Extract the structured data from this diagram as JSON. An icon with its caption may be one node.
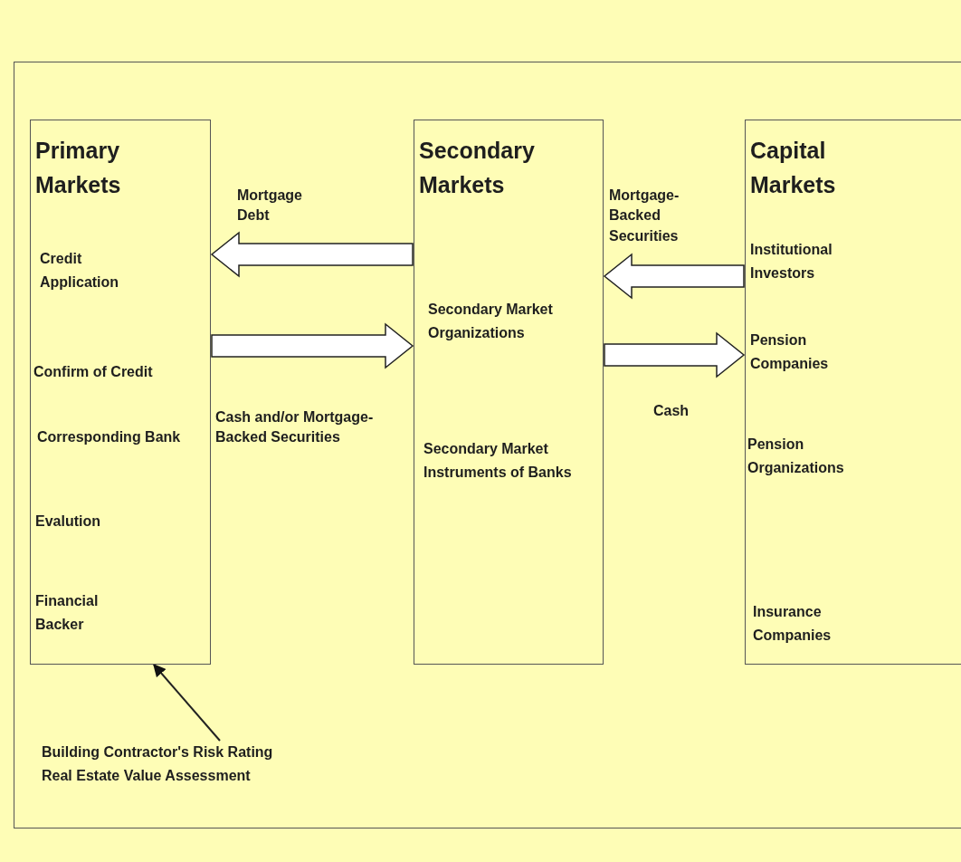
{
  "diagram": {
    "nodes": [
      {
        "text": [
          "Primary Markets",
          "Credit Application",
          "Confirm of Credit",
          "Corresponding Bank",
          "Evalution",
          "Financial Backer"
        ]
      },
      {
        "text": [
          "Secondary Markets",
          "Secondary Market Organizations",
          "Secondary Market Instruments of Banks"
        ]
      },
      {
        "text": [
          "Capital Markets",
          "Institutional Investors",
          "Pension Companies",
          "Pension Organizations",
          "Insurance Companies"
        ]
      },
      {
        "text": [
          "Building Contractor's Risk Rating",
          "Real Estate Value Assessment"
        ]
      }
    ],
    "edges": [
      {
        "from": 1,
        "to": 0,
        "arrow": "to",
        "label": "Mortgage Debt",
        "style": "thick"
      },
      {
        "from": 0,
        "to": 1,
        "arrow": "to",
        "label": "Cash and/or Mortgage- Backed Securities",
        "style": "thick"
      },
      {
        "from": 2,
        "to": 1,
        "arrow": "to",
        "label": "Mortgage- Backed Securities",
        "style": "thick"
      },
      {
        "from": 1,
        "to": 2,
        "arrow": "to",
        "label": "Cash",
        "style": "thick"
      },
      {
        "from": 3,
        "to": 0,
        "arrow": "to"
      }
    ]
  }
}
